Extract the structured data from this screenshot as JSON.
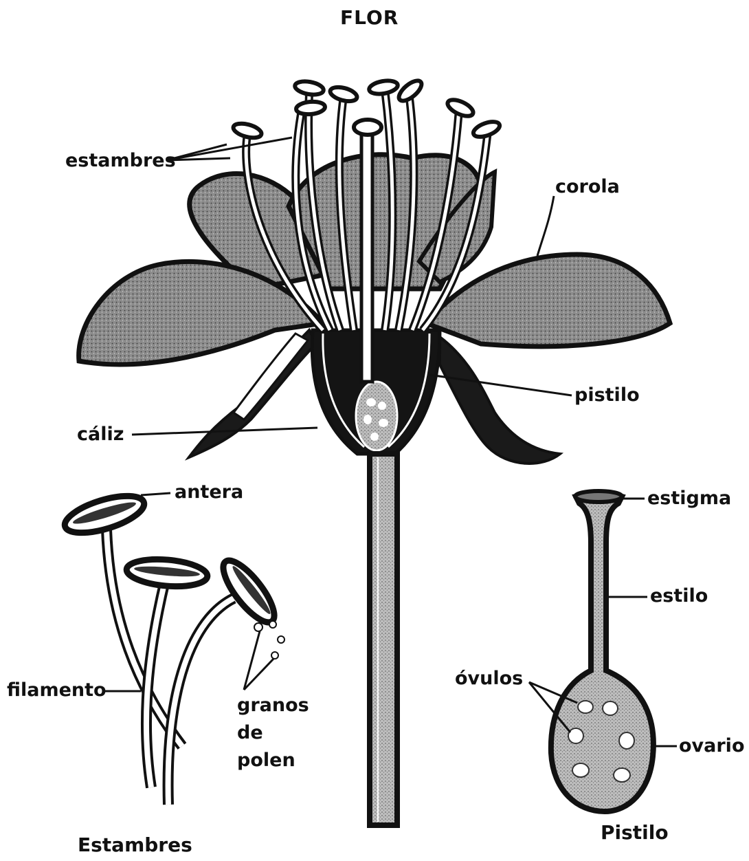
{
  "title": "FLOR",
  "flower_labels": {
    "stamens": "estambres",
    "corolla": "corola",
    "pistil": "pistilo",
    "calyx": "cáliz"
  },
  "stamen_detail": {
    "anther": "antera",
    "filament": "filamento",
    "pollen_line1": "granos",
    "pollen_line2": "de",
    "pollen_line3": "polen",
    "caption": "Estambres"
  },
  "pistil_detail": {
    "stigma": "estigma",
    "style": "estilo",
    "ovules": "óvulos",
    "ovary": "ovario",
    "caption": "Pistilo"
  },
  "colors": {
    "ink": "#111111",
    "petal_fill": "#7a7a7a",
    "paper": "#ffffff"
  }
}
